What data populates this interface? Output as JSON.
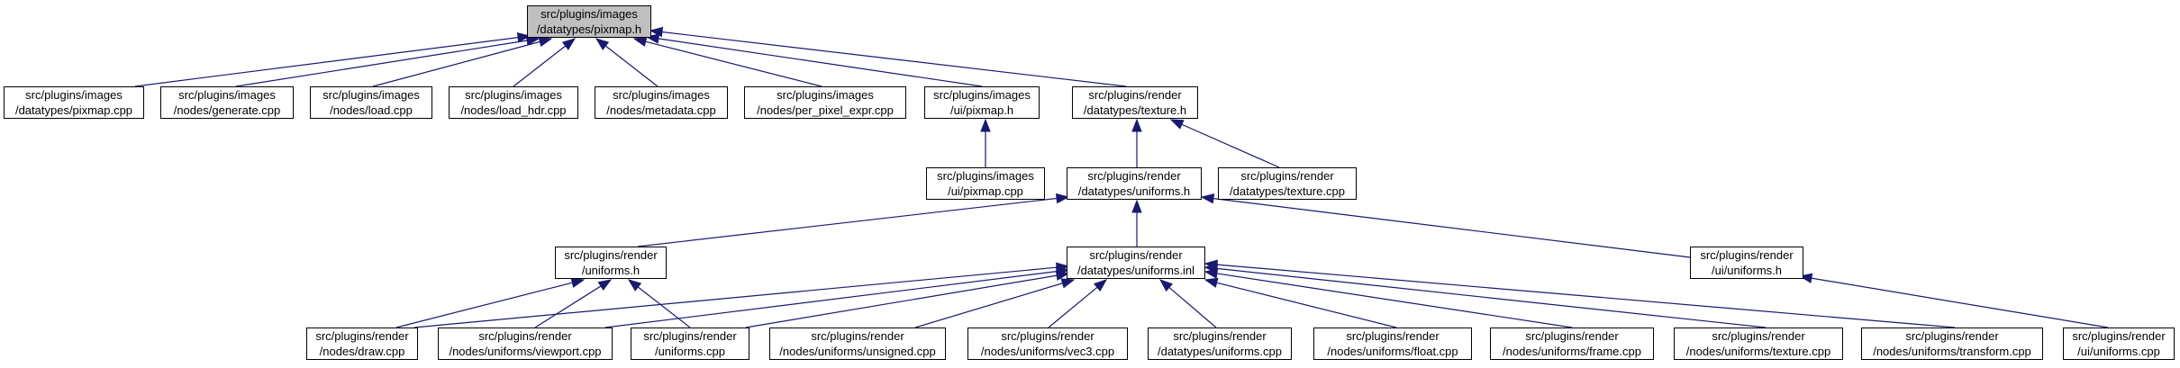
{
  "graph": {
    "root": {
      "line1": "src/plugins/images",
      "line2": "/datatypes/pixmap.h"
    },
    "nodes": {
      "images_pixmap_cpp": {
        "line1": "src/plugins/images",
        "line2": "/datatypes/pixmap.cpp"
      },
      "images_generate": {
        "line1": "src/plugins/images",
        "line2": "/nodes/generate.cpp"
      },
      "images_load": {
        "line1": "src/plugins/images",
        "line2": "/nodes/load.cpp"
      },
      "images_load_hdr": {
        "line1": "src/plugins/images",
        "line2": "/nodes/load_hdr.cpp"
      },
      "images_metadata": {
        "line1": "src/plugins/images",
        "line2": "/nodes/metadata.cpp"
      },
      "images_per_pixel": {
        "line1": "src/plugins/images",
        "line2": "/nodes/per_pixel_expr.cpp"
      },
      "images_ui_pixmap_h": {
        "line1": "src/plugins/images",
        "line2": "/ui/pixmap.h"
      },
      "render_texture_h": {
        "line1": "src/plugins/render",
        "line2": "/datatypes/texture.h"
      },
      "images_ui_pixmap_cpp": {
        "line1": "src/plugins/images",
        "line2": "/ui/pixmap.cpp"
      },
      "render_uniforms_h": {
        "line1": "src/plugins/render",
        "line2": "/datatypes/uniforms.h"
      },
      "render_texture_cpp": {
        "line1": "src/plugins/render",
        "line2": "/datatypes/texture.cpp"
      },
      "render_uniforms_h2": {
        "line1": "src/plugins/render",
        "line2": "/uniforms.h"
      },
      "render_uniforms_inl": {
        "line1": "src/plugins/render",
        "line2": "/datatypes/uniforms.inl"
      },
      "render_ui_uniforms_h": {
        "line1": "src/plugins/render",
        "line2": "/ui/uniforms.h"
      },
      "render_draw": {
        "line1": "src/plugins/render",
        "line2": "/nodes/draw.cpp"
      },
      "render_viewport": {
        "line1": "src/plugins/render",
        "line2": "/nodes/uniforms/viewport.cpp"
      },
      "render_uniforms_cpp": {
        "line1": "src/plugins/render",
        "line2": "/uniforms.cpp"
      },
      "render_unsigned": {
        "line1": "src/plugins/render",
        "line2": "/nodes/uniforms/unsigned.cpp"
      },
      "render_vec3": {
        "line1": "src/plugins/render",
        "line2": "/nodes/uniforms/vec3.cpp"
      },
      "render_dt_uniforms_cpp": {
        "line1": "src/plugins/render",
        "line2": "/datatypes/uniforms.cpp"
      },
      "render_float": {
        "line1": "src/plugins/render",
        "line2": "/nodes/uniforms/float.cpp"
      },
      "render_frame": {
        "line1": "src/plugins/render",
        "line2": "/nodes/uniforms/frame.cpp"
      },
      "render_texture_node": {
        "line1": "src/plugins/render",
        "line2": "/nodes/uniforms/texture.cpp"
      },
      "render_transform": {
        "line1": "src/plugins/render",
        "line2": "/nodes/uniforms/transform.cpp"
      },
      "render_ui_uniforms_cpp": {
        "line1": "src/plugins/render",
        "line2": "/ui/uniforms.cpp"
      }
    }
  },
  "colors": {
    "edge": "#191970",
    "root_fill": "#bfbfbf",
    "node_fill": "#ffffff",
    "border": "#000000"
  }
}
